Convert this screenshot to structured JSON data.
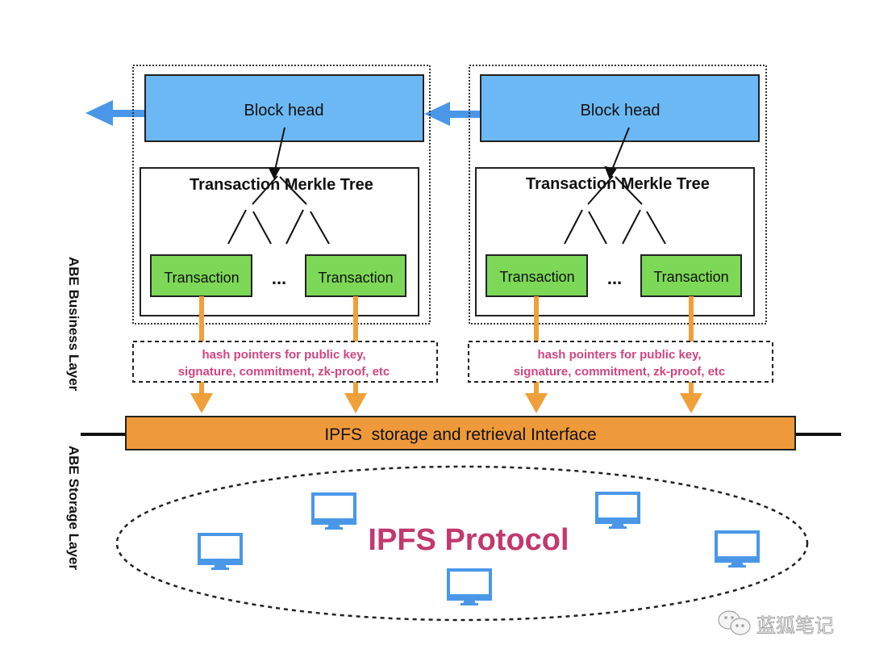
{
  "diagram": {
    "blocks": [
      {
        "block_head": "Block head",
        "merkle_title": "Transaction Merkle Tree",
        "transactions": [
          "Transaction",
          "Transaction"
        ],
        "ellipsis": "...",
        "hash_pointers": [
          "hash pointers for public key,",
          "signature, commitment, zk-proof, etc"
        ]
      },
      {
        "block_head": "Block head",
        "merkle_title": "Transaction Merkle Tree",
        "transactions": [
          "Transaction",
          "Transaction"
        ],
        "ellipsis": "...",
        "hash_pointers": [
          "hash pointers for public key,",
          "signature, commitment, zk-proof, etc"
        ]
      }
    ],
    "interface_label": "IPFS  storage and retrieval Interface",
    "layers": {
      "business": "ABE Business Layer",
      "storage": "ABE Storage Layer"
    },
    "protocol_label": "IPFS Protocol",
    "node_icons": [
      "monitor-icon",
      "monitor-icon",
      "monitor-icon",
      "monitor-icon",
      "monitor-icon",
      "monitor-icon"
    ],
    "watermark": "蓝狐笔记",
    "colors": {
      "block_head_fill": "#6cb8f4",
      "chain_arrow": "#4a97e8",
      "transaction_fill": "#7dd857",
      "orange": "#f0a03a",
      "interface_fill": "#ef9a3a",
      "hash_text": "#d0457f",
      "protocol_text": "#c2386f",
      "monitor": "#4a97e8"
    }
  }
}
